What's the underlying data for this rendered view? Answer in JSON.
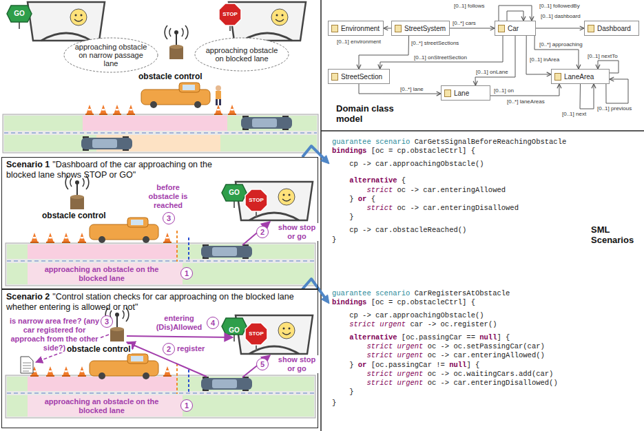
{
  "diagram": {
    "nodes": [
      {
        "text": [
          "approaching obstacle on narrow passage lane"
        ]
      },
      {
        "text": [
          "approaching obstacle on blocked lane"
        ]
      },
      {
        "text": [
          "Environment"
        ]
      },
      {
        "text": [
          "StreetSystem"
        ]
      },
      {
        "text": [
          "Car"
        ]
      },
      {
        "text": [
          "Dashboard"
        ]
      },
      {
        "text": [
          "StreetSection"
        ]
      },
      {
        "text": [
          "Lane"
        ]
      },
      {
        "text": [
          "LaneArea"
        ]
      },
      {
        "text": [
          "Scenario 1",
          "\"Dashboard of the car approaching on the blocked lane shows STOP or GO\""
        ]
      },
      {
        "text": [
          "guarantee scenario CarGetsSignalBeforeReachingObstacle",
          "bindings [oc = cp.obstacleCtrl] {",
          "    cp -> car.approachingObstacle()",
          "    alternative {",
          "        strict oc -> car.enteringAllowed",
          "    } or {",
          "        strict oc -> car.enteringDisallowed",
          "    }",
          "    cp -> car.obstacleReached()",
          "}"
        ]
      },
      {
        "text": [
          "Scenario 2",
          "\"Control station checks for car approaching on the blocked lane whether entering is allowed or not\""
        ]
      },
      {
        "text": [
          "guarantee scenario CarRegistersAtObstacle",
          "bindings [oc = cp.obstacleCtrl] {",
          "    cp -> car.approachingObstacle()",
          "    strict urgent car -> oc.register()",
          "    alternative [oc.passingCar == null] {",
          "        strict urgent oc -> oc.setPassingCar(car)",
          "        strict urgent oc -> car.enteringAllowed()",
          "    } or [oc.passingCar != null] {",
          "        strict urgent oc -> oc.waitingCars.add(car)",
          "        strict urgent oc -> car.enteringDisallowed()",
          "    }",
          "}"
        ]
      }
    ],
    "edges": [
      {
        "from": 3,
        "to": 2,
        "label": "[0..1] environment",
        "arrow": "to"
      },
      {
        "from": 3,
        "to": 4,
        "label": "[0..*] cars",
        "arrow": "to"
      },
      {
        "from": 4,
        "to": 4,
        "label": "[0..1] follows",
        "arrow": "to"
      },
      {
        "from": 4,
        "to": 4,
        "label": "[0..1] followedBy",
        "arrow": "to"
      },
      {
        "from": 4,
        "to": 5,
        "label": "[0..1] dashboard",
        "arrow": "to"
      },
      {
        "from": 3,
        "to": 6,
        "label": "[0..*] streetSections",
        "arrow": "to"
      },
      {
        "from": 4,
        "to": 6,
        "label": "[0..1] onStreetSection",
        "arrow": "to"
      },
      {
        "from": 4,
        "to": 7,
        "label": "[0..1] onLane",
        "arrow": "to"
      },
      {
        "from": 4,
        "to": 8,
        "label": "[0..1] inArea",
        "arrow": "to"
      },
      {
        "from": 4,
        "to": 8,
        "label": "[0..*] approaching",
        "arrow": "to"
      },
      {
        "from": 6,
        "to": 7,
        "label": "[0..*] lane",
        "arrow": "to"
      },
      {
        "from": 7,
        "to": 8,
        "label": "[0..*] laneAreas",
        "arrow": "to"
      },
      {
        "from": 8,
        "to": 8,
        "label": "[0..1] nextTo",
        "arrow": "to"
      },
      {
        "from": 8,
        "to": 8,
        "label": "[0..1] previous",
        "arrow": "to"
      },
      {
        "from": 8,
        "to": 8,
        "label": "[0..1] next",
        "arrow": "to"
      },
      {
        "from": 9,
        "to": 10,
        "arrow": "to"
      },
      {
        "from": 11,
        "to": 12,
        "arrow": "to"
      }
    ],
    "labels": [
      "GO",
      "STOP",
      "obstacle control",
      "3",
      "before obstacle is reached",
      "2",
      "show stop or go",
      "obstacle control",
      "1",
      "approaching an obstacle on the blocked lane",
      "GO",
      "STOP",
      "3",
      "is narrow area free? (any car registered for approach from the other side?)",
      "2",
      "register",
      "obstacle control",
      "4",
      "entering (Dis)Allowed",
      "5",
      "show stop or go",
      "1",
      "approaching an obstacle on the blocked lane",
      "GO",
      "STOP",
      "Domain class model",
      "[0..1] on",
      "SML Scenarios"
    ]
  }
}
